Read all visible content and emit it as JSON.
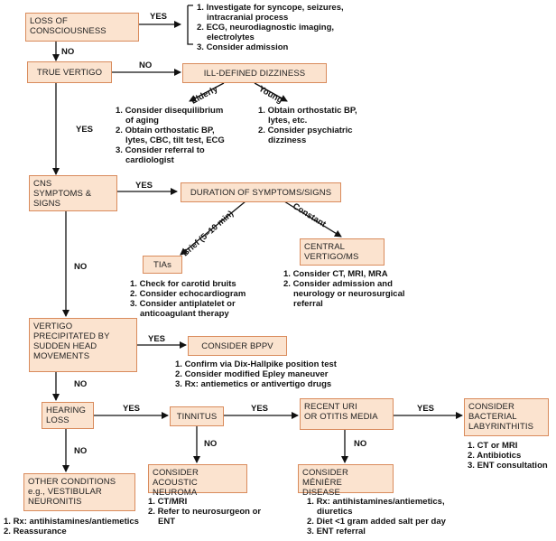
{
  "boxes": {
    "loss_of_consciousness": [
      "LOSS OF",
      "CONSCIOUSNESS"
    ],
    "true_vertigo": [
      "TRUE VERTIGO"
    ],
    "ill_defined_dizziness": [
      "ILL-DEFINED DIZZINESS"
    ],
    "cns_symptoms": [
      "CNS",
      "SYMPTOMS &",
      "SIGNS"
    ],
    "duration": [
      "DURATION OF SYMPTOMS/SIGNS"
    ],
    "tias": [
      "TIAs"
    ],
    "central_vertigo": [
      "CENTRAL",
      "VERTIGO/MS"
    ],
    "vertigo_precipitated": [
      "VERTIGO",
      "PRECIPITATED BY",
      "SUDDEN HEAD",
      "MOVEMENTS"
    ],
    "consider_bppv": [
      "CONSIDER BPPV"
    ],
    "hearing_loss": [
      "HEARING",
      "LOSS"
    ],
    "tinnitus": [
      "TINNITUS"
    ],
    "recent_uri": [
      "RECENT URI",
      "OR OTITIS MEDIA"
    ],
    "bacterial_labyrinthitis": [
      "CONSIDER",
      "BACTERIAL",
      "LABYRINTHITIS"
    ],
    "other_conditions": [
      "OTHER CONDITIONS",
      "e.g., VESTIBULAR",
      "NEURONITIS"
    ],
    "acoustic_neuroma": [
      "CONSIDER ACOUSTIC",
      "NEUROMA"
    ],
    "meniere": [
      "CONSIDER MÉNIÈRE",
      "DISEASE"
    ]
  },
  "notes": {
    "loc": [
      {
        "n": "1. ",
        "t": "Investigate for syncope, seizures,"
      },
      {
        "n": "",
        "t": "intracranial process"
      },
      {
        "n": "2. ",
        "t": "ECG, neurodiagnostic imaging,"
      },
      {
        "n": "",
        "t": "electrolytes"
      },
      {
        "n": "3. ",
        "t": "Consider admission"
      }
    ],
    "elderly": [
      {
        "n": "1. ",
        "t": "Consider disequilibrium"
      },
      {
        "n": "",
        "t": "of aging"
      },
      {
        "n": "2. ",
        "t": "Obtain orthostatic BP,"
      },
      {
        "n": "",
        "t": "lytes, CBC, tilt test, ECG"
      },
      {
        "n": "3. ",
        "t": "Consider referral to"
      },
      {
        "n": "",
        "t": "cardiologist"
      }
    ],
    "young": [
      {
        "n": "1. ",
        "t": "Obtain orthostatic BP,"
      },
      {
        "n": "",
        "t": "lytes, etc."
      },
      {
        "n": "2. ",
        "t": "Consider psychiatric"
      },
      {
        "n": "",
        "t": "dizziness"
      }
    ],
    "tias": [
      {
        "n": "1. ",
        "t": "Check for carotid bruits"
      },
      {
        "n": "2. ",
        "t": "Consider echocardiogram"
      },
      {
        "n": "3. ",
        "t": "Consider antiplatelet or"
      },
      {
        "n": "",
        "t": "anticoagulant therapy"
      }
    ],
    "central": [
      {
        "n": "1. ",
        "t": "Consider CT, MRI, MRA"
      },
      {
        "n": "2. ",
        "t": "Consider admission and"
      },
      {
        "n": "",
        "t": "neurology or neurosurgical"
      },
      {
        "n": "",
        "t": "referral"
      }
    ],
    "bppv": [
      {
        "n": "1. ",
        "t": "Confirm via Dix-Hallpike position test"
      },
      {
        "n": "2. ",
        "t": "Consider modified Epley maneuver"
      },
      {
        "n": "3. ",
        "t": "Rx: antiemetics or antivertigo drugs"
      }
    ],
    "labyrinthitis": [
      {
        "n": "1. ",
        "t": "CT or MRI"
      },
      {
        "n": "2. ",
        "t": "Antibiotics"
      },
      {
        "n": "3. ",
        "t": "ENT consultation"
      }
    ],
    "other": [
      {
        "n": "1. ",
        "t": "Rx: antihistamines/antiemetics"
      },
      {
        "n": "2. ",
        "t": "Reassurance"
      }
    ],
    "acoustic": [
      {
        "n": "1. ",
        "t": "CT/MRI"
      },
      {
        "n": "2. ",
        "t": "Refer to neurosurgeon or"
      },
      {
        "n": "",
        "t": "ENT"
      }
    ],
    "meniere": [
      {
        "n": "1. ",
        "t": "Rx: antihistamines/antiemetics,"
      },
      {
        "n": "",
        "t": "diuretics"
      },
      {
        "n": "2. ",
        "t": "Diet <1 gram added salt per day"
      },
      {
        "n": "3. ",
        "t": "ENT referral"
      }
    ]
  },
  "labels": {
    "yes": "YES",
    "no": "NO",
    "elderly": "Elderly",
    "young": "Young",
    "brief": "Brief (5–10 min)",
    "constant": "Constant"
  },
  "colors": {
    "box_fill": "#fbe3cf",
    "box_border": "#d98b5c",
    "arrow": "#111111"
  }
}
